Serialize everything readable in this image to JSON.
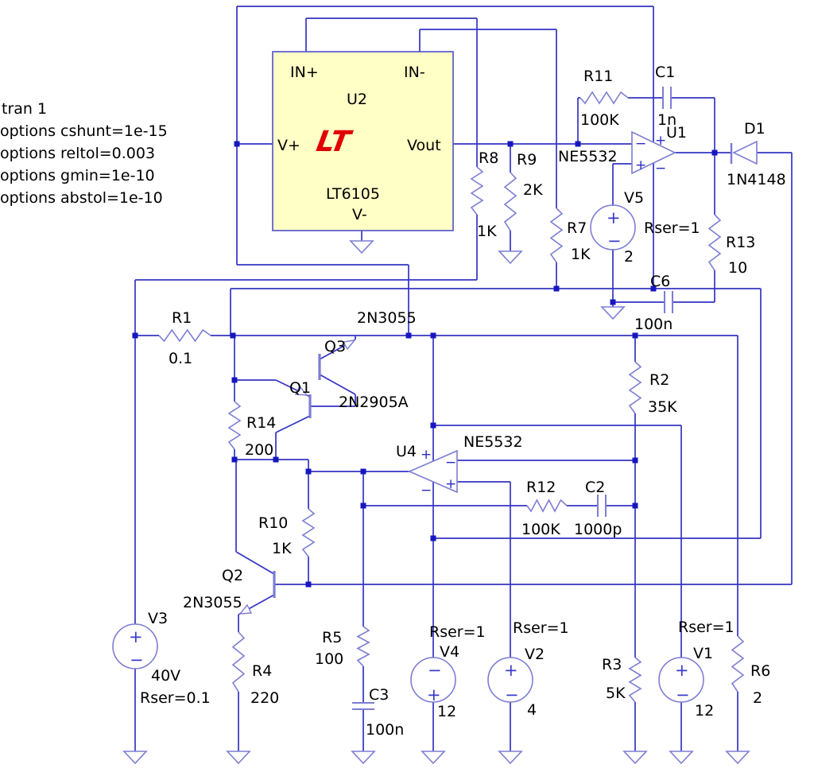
{
  "schematic": {
    "directives": {
      "line1": "tran 1",
      "line2": "options cshunt=1e-15",
      "line3": "options reltol=0.003",
      "line4": "options gmin=1e-10",
      "line5": "options abstol=1e-10"
    },
    "glyphs": {
      "plus": "+",
      "minus": "−",
      "logo": "LT"
    },
    "u2": {
      "name": "U2",
      "part": "LT6105",
      "pin_in_plus": "IN+",
      "pin_in_minus": "IN-",
      "pin_v_plus": "V+",
      "pin_vout": "Vout",
      "pin_v_minus": "V-"
    },
    "u1": {
      "name": "U1",
      "part": "NE5532"
    },
    "u4": {
      "name": "U4",
      "part": "NE5532"
    },
    "components": {
      "R1": {
        "name": "R1",
        "value": "0.1"
      },
      "R2": {
        "name": "R2",
        "value": "35K"
      },
      "R3": {
        "name": "R3",
        "value": "5K"
      },
      "R4": {
        "name": "R4",
        "value": "220"
      },
      "R5": {
        "name": "R5",
        "value": "100"
      },
      "R6": {
        "name": "R6",
        "value": "2"
      },
      "R7": {
        "name": "R7",
        "value": "1K"
      },
      "R8": {
        "name": "R8",
        "value": "1K"
      },
      "R9": {
        "name": "R9",
        "value": "2K"
      },
      "R10": {
        "name": "R10",
        "value": "1K"
      },
      "R11": {
        "name": "R11",
        "value": "100K"
      },
      "R12": {
        "name": "R12",
        "value": "100K"
      },
      "R13": {
        "name": "R13",
        "value": "10"
      },
      "R14": {
        "name": "R14",
        "value": "200"
      },
      "C1": {
        "name": "C1",
        "value": "1n"
      },
      "C2": {
        "name": "C2",
        "value": "1000p"
      },
      "C3": {
        "name": "C3",
        "value": "100n"
      },
      "C6": {
        "name": "C6",
        "value": "100n"
      },
      "D1": {
        "name": "D1",
        "value": "1N4148"
      },
      "Q1": {
        "name": "Q1",
        "value": "2N2905A"
      },
      "Q2": {
        "name": "Q2",
        "value": "2N3055"
      },
      "Q3": {
        "name": "Q3",
        "value": "2N3055"
      },
      "V1": {
        "name": "V1",
        "value": "12",
        "rser": "Rser=1"
      },
      "V2": {
        "name": "V2",
        "value": "4",
        "rser": "Rser=1"
      },
      "V3": {
        "name": "V3",
        "value": "40V",
        "rser": "Rser=0.1"
      },
      "V4": {
        "name": "V4",
        "value": "12",
        "rser": "Rser=1"
      },
      "V5": {
        "name": "V5",
        "value": "2",
        "rser": "Rser=1"
      }
    },
    "colors": {
      "wire": "#3434c4",
      "symbol": "#7d7dd4",
      "junction": "#1616c0",
      "box_fill": "#ffffc6",
      "logo_red": "#e00000"
    }
  }
}
